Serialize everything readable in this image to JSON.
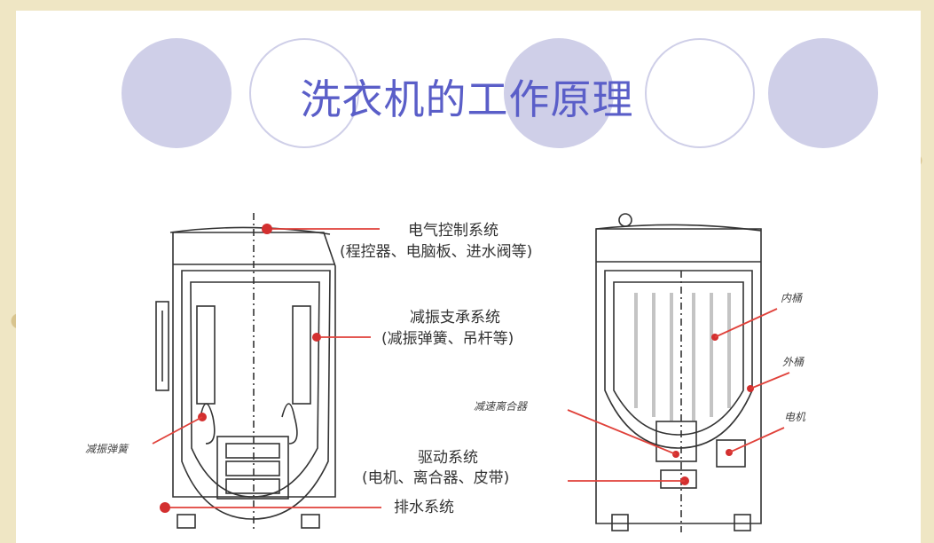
{
  "title": "洗衣机的工作原理",
  "colors": {
    "accent": "#5a5ec8",
    "circle": "#cfcfe8",
    "leader": "#e0413a"
  },
  "left_labels": {
    "electric": "电气控制系统",
    "electric_detail": "(程控器、电脑板、进水阀等)",
    "damping": "减振支承系统",
    "damping_detail": "(减振弹簧、吊杆等)",
    "spring": "减振弹簧",
    "drive": "驱动系统",
    "drive_detail": "(电机、离合器、皮带)",
    "drain": "排水系统"
  },
  "right_labels": {
    "inner_tub": "内桶",
    "outer_tub": "外桶",
    "clutch": "减速离合器",
    "motor": "电机"
  }
}
